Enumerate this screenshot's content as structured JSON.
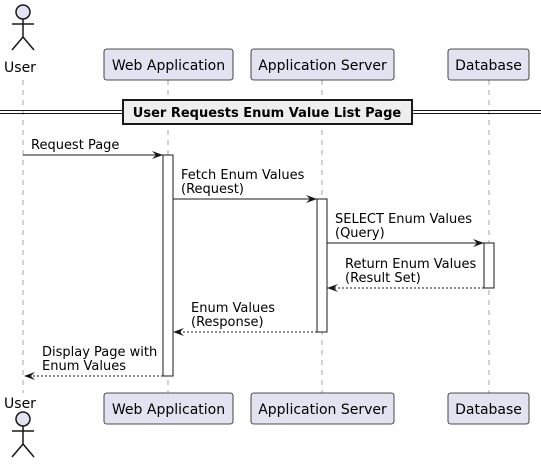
{
  "participants": [
    {
      "id": "user",
      "label": "User",
      "kind": "actor"
    },
    {
      "id": "web",
      "label": "Web Application",
      "kind": "box"
    },
    {
      "id": "app",
      "label": "Application Server",
      "kind": "box"
    },
    {
      "id": "db",
      "label": "Database",
      "kind": "box"
    }
  ],
  "divider": {
    "label": "User Requests Enum Value List Page"
  },
  "messages": [
    {
      "from": "user",
      "to": "web",
      "lines": [
        "Request Page"
      ],
      "style": "solid"
    },
    {
      "from": "web",
      "to": "app",
      "lines": [
        "Fetch Enum Values",
        "(Request)"
      ],
      "style": "solid"
    },
    {
      "from": "app",
      "to": "db",
      "lines": [
        "SELECT Enum Values",
        "(Query)"
      ],
      "style": "solid"
    },
    {
      "from": "db",
      "to": "app",
      "lines": [
        "Return Enum Values",
        "(Result Set)"
      ],
      "style": "dashed"
    },
    {
      "from": "app",
      "to": "web",
      "lines": [
        "Enum Values",
        "(Response)"
      ],
      "style": "dashed"
    },
    {
      "from": "web",
      "to": "user",
      "lines": [
        "Display Page with",
        "Enum Values"
      ],
      "style": "dashed"
    }
  ],
  "colors": {
    "participant_fill": "#e2e2f0",
    "participant_border": "#181818",
    "line": "#181818",
    "lifeline": "#8f8f8f",
    "activation_fill": "#ffffff",
    "divider_fill": "#eeeeee"
  }
}
